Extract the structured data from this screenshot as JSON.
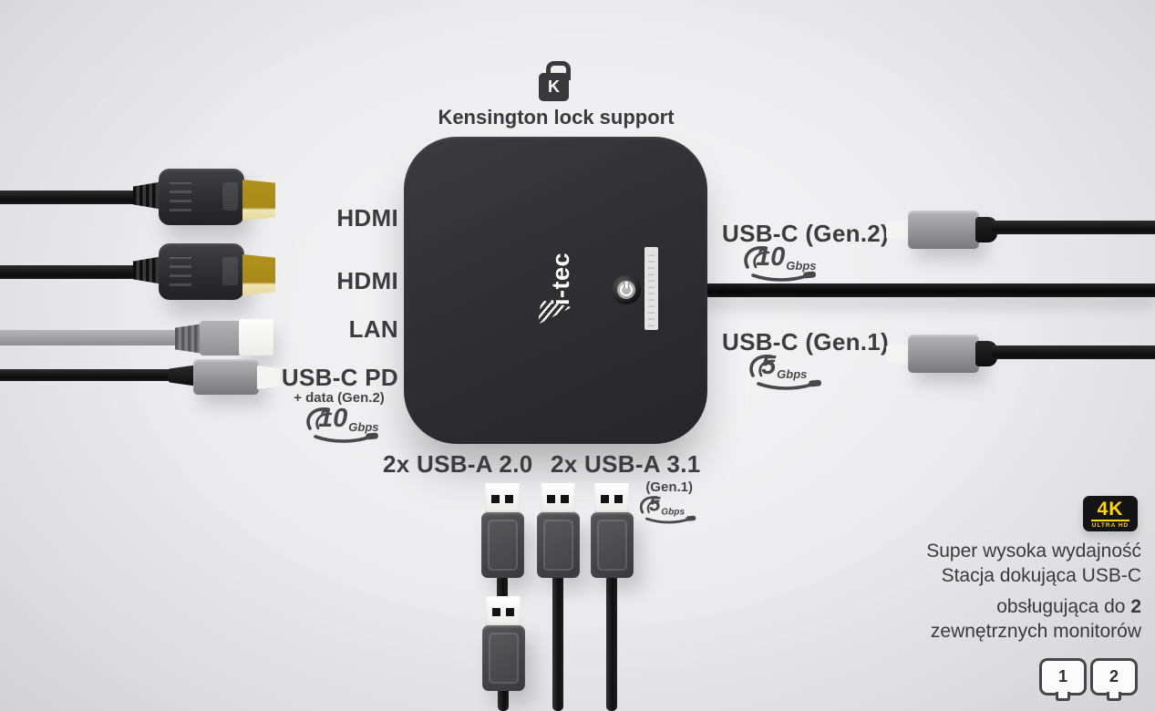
{
  "kensington": {
    "icon_letter": "K",
    "label": "Kensington lock support"
  },
  "device": {
    "brand": "i-tec"
  },
  "ports": {
    "left": [
      {
        "label": "HDMI"
      },
      {
        "label": "HDMI"
      },
      {
        "label": "LAN"
      },
      {
        "label": "USB-C PD",
        "sublabel": "+ data (Gen.2)",
        "speed": "10",
        "unit": "Gbps"
      }
    ],
    "right": [
      {
        "label": "USB-C (Gen.2)",
        "speed": "10",
        "unit": "Gbps"
      },
      {
        "label": "USB-C (Gen.1)",
        "speed": "5",
        "unit": "Gbps"
      }
    ],
    "bottom": [
      {
        "label": "2x USB-A 2.0"
      },
      {
        "label": "2x USB-A 3.1",
        "sublabel": "(Gen.1)",
        "speed": "5",
        "unit": "Gbps"
      }
    ]
  },
  "badge_4k": {
    "title": "4K",
    "subtitle": "ULTRA HD"
  },
  "marketing": {
    "line1": "Super wysoka wydajność",
    "line2": "Stacja dokująca USB-C",
    "line3_prefix": "obsługująca do ",
    "line3_bold": "2",
    "line4": "zewnętrznych monitorów"
  },
  "monitors": [
    {
      "number": "1"
    },
    {
      "number": "2"
    }
  ],
  "colors": {
    "accent_yellow": "#ffd60a",
    "device_body": "#2f2f31",
    "hdmi_gold": "#b3921d",
    "label_text": "#3c3c3e",
    "background": "#ebebed"
  },
  "icons": {
    "kensington_lock": "padlock",
    "power_button": "power-symbol",
    "speed_swoosh": "cable-loop",
    "monitor": "display-outline"
  }
}
